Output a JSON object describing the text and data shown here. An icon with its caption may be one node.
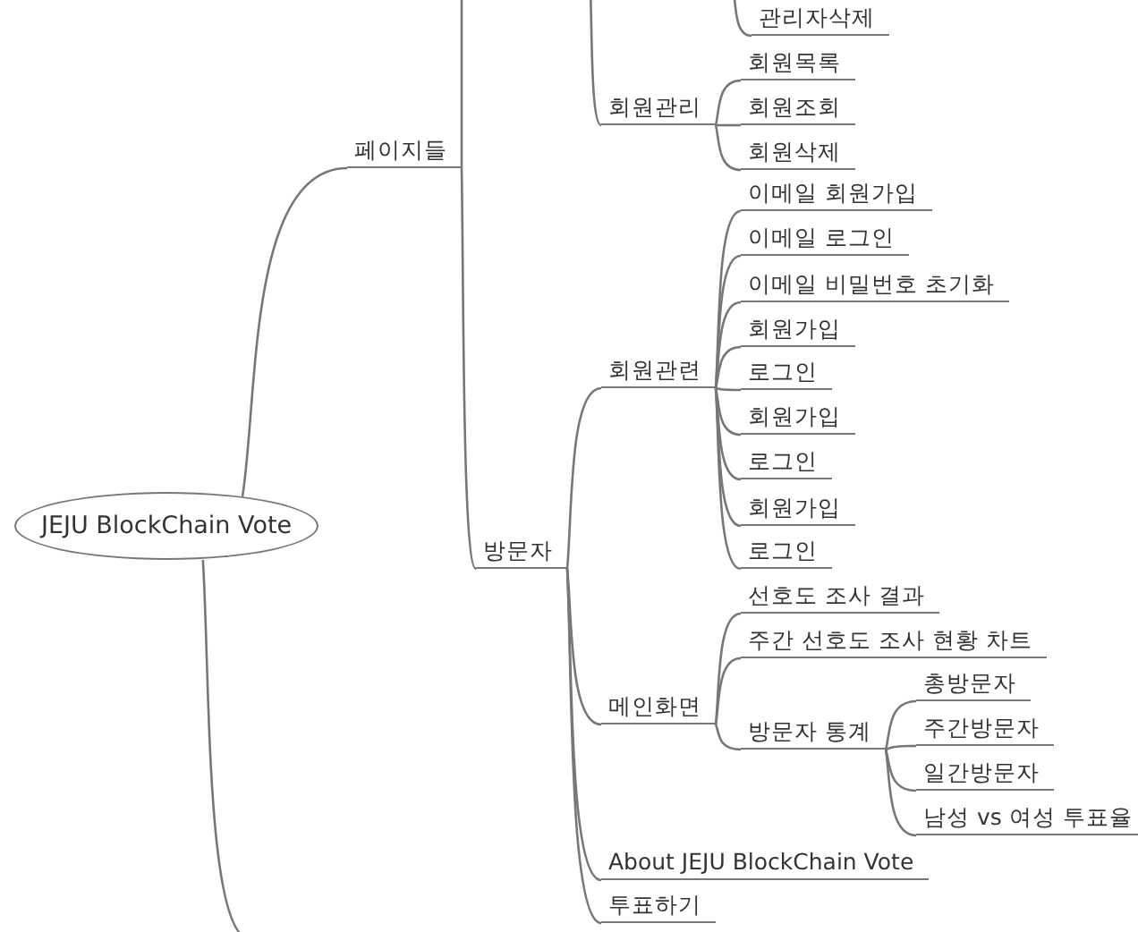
{
  "diagram": {
    "nodes": [
      {
        "text": [
          "JEJU BlockChain Vote"
        ]
      },
      {
        "text": [
          "페이지들"
        ]
      },
      {
        "text": [
          "관리자삭제"
        ]
      },
      {
        "text": [
          "회원관리"
        ]
      },
      {
        "text": [
          "회원목록"
        ]
      },
      {
        "text": [
          "회원조회"
        ]
      },
      {
        "text": [
          "회원삭제"
        ]
      },
      {
        "text": [
          "방문자"
        ]
      },
      {
        "text": [
          "회원관련"
        ]
      },
      {
        "text": [
          "이메일 회원가입"
        ]
      },
      {
        "text": [
          "이메일 로그인"
        ]
      },
      {
        "text": [
          "이메일 비밀번호 초기화"
        ]
      },
      {
        "text": [
          "회원가입"
        ]
      },
      {
        "text": [
          "로그인"
        ]
      },
      {
        "text": [
          "회원가입"
        ]
      },
      {
        "text": [
          "로그인"
        ]
      },
      {
        "text": [
          "회원가입"
        ]
      },
      {
        "text": [
          "로그인"
        ]
      },
      {
        "text": [
          "메인화면"
        ]
      },
      {
        "text": [
          "선호도 조사 결과"
        ]
      },
      {
        "text": [
          "주간 선호도 조사 현황 차트"
        ]
      },
      {
        "text": [
          "방문자 통계"
        ]
      },
      {
        "text": [
          "총방문자"
        ]
      },
      {
        "text": [
          "주간방문자"
        ]
      },
      {
        "text": [
          "일간방문자"
        ]
      },
      {
        "text": [
          "남성 vs 여성 투표율"
        ]
      },
      {
        "text": [
          "About JEJU BlockChain Vote"
        ]
      },
      {
        "text": [
          "투표하기"
        ]
      }
    ],
    "edges": [
      {
        "from": 0,
        "to": 1,
        "arrow": "none"
      },
      {
        "from": 0,
        "to": null,
        "arrow": "none"
      },
      {
        "from": 1,
        "to": null,
        "arrow": "none"
      },
      {
        "from": 1,
        "to": 7,
        "arrow": "none"
      },
      {
        "from": null,
        "to": 2,
        "arrow": "none"
      },
      {
        "from": null,
        "to": 3,
        "arrow": "none"
      },
      {
        "from": 3,
        "to": 4,
        "arrow": "none"
      },
      {
        "from": 3,
        "to": 5,
        "arrow": "none"
      },
      {
        "from": 3,
        "to": 6,
        "arrow": "none"
      },
      {
        "from": 7,
        "to": 8,
        "arrow": "none"
      },
      {
        "from": 7,
        "to": 18,
        "arrow": "none"
      },
      {
        "from": 7,
        "to": 26,
        "arrow": "none"
      },
      {
        "from": 7,
        "to": 27,
        "arrow": "none"
      },
      {
        "from": 8,
        "to": 9,
        "arrow": "none"
      },
      {
        "from": 8,
        "to": 10,
        "arrow": "none"
      },
      {
        "from": 8,
        "to": 11,
        "arrow": "none"
      },
      {
        "from": 8,
        "to": 12,
        "arrow": "none"
      },
      {
        "from": 8,
        "to": 13,
        "arrow": "none"
      },
      {
        "from": 8,
        "to": 14,
        "arrow": "none"
      },
      {
        "from": 8,
        "to": 15,
        "arrow": "none"
      },
      {
        "from": 8,
        "to": 16,
        "arrow": "none"
      },
      {
        "from": 8,
        "to": 17,
        "arrow": "none"
      },
      {
        "from": 18,
        "to": 19,
        "arrow": "none"
      },
      {
        "from": 18,
        "to": 20,
        "arrow": "none"
      },
      {
        "from": 18,
        "to": 21,
        "arrow": "none"
      },
      {
        "from": 21,
        "to": 22,
        "arrow": "none"
      },
      {
        "from": 21,
        "to": 23,
        "arrow": "none"
      },
      {
        "from": 21,
        "to": 24,
        "arrow": "none"
      },
      {
        "from": 21,
        "to": 25,
        "arrow": "none"
      }
    ]
  }
}
